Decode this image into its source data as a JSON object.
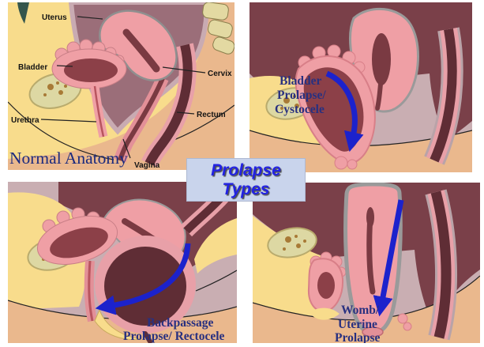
{
  "title": {
    "line1": "Prolapse",
    "line2": "Types"
  },
  "normal": {
    "caption": "Normal Anatomy",
    "uterus": "Uterus",
    "bladder": "Bladder",
    "cervix": "Cervix",
    "urethra": "Urethra",
    "rectum": "Rectum",
    "vagina": "Vagina"
  },
  "cystocele": {
    "line1": "Bladder",
    "line2": "Prolapse/",
    "line3": "Cystocele"
  },
  "rectocele": {
    "line1": "Backpassage",
    "line2": "Prolapse/ Rectocele"
  },
  "uterine": {
    "line1": "Womb/",
    "line2": "Uterine",
    "line3": "Prolapse"
  },
  "colors": {
    "arrow_blue": "#1c22cc",
    "title_text_blue": "#2323e2",
    "title_box_bg": "#c9d4ec",
    "caption_navy": "#1b2a7e",
    "prolapse_label_navy": "#283080",
    "anatomy_label_black": "#141414",
    "flesh_tan": "#eab88d",
    "fat_yellow": "#f8dc8c",
    "cavity_mauve": "#9b6e79",
    "organ_pink": "#ef9fa5",
    "organ_interior_maroon": "#7a3a42",
    "bowel_dark": "#5f2d35",
    "bone_olive": "#ddd8a3",
    "outline_dark_red": "#8b1e1e"
  }
}
